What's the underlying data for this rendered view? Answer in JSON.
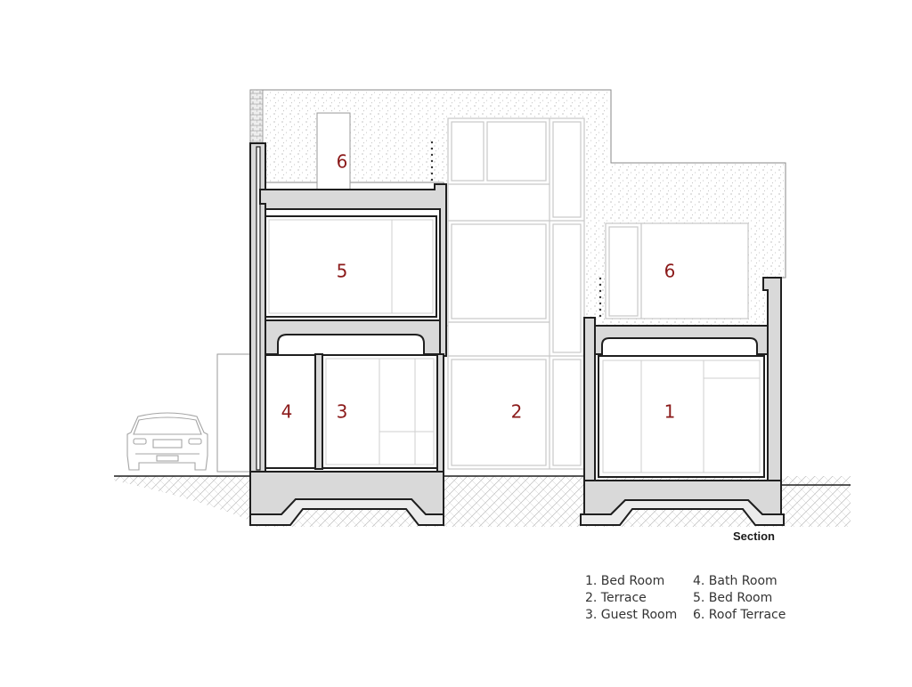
{
  "drawing": {
    "caption": "Section",
    "room_labels": {
      "r1": "1",
      "r2": "2",
      "r3": "3",
      "r4": "4",
      "r5": "5",
      "r6_top": "6",
      "r6_right": "6"
    }
  },
  "legend": {
    "items": [
      {
        "text": "1. Bed Room"
      },
      {
        "text": "2. Terrace"
      },
      {
        "text": "3. Guest Room"
      },
      {
        "text": "4. Bath Room"
      },
      {
        "text": "5. Bed Room"
      },
      {
        "text": "6. Roof Terrace"
      }
    ]
  },
  "colors": {
    "label": "#8b1a1a",
    "wall_fill": "#d9d9d9",
    "line": "#1f1f1f",
    "hatch": "#9a9a9a"
  }
}
